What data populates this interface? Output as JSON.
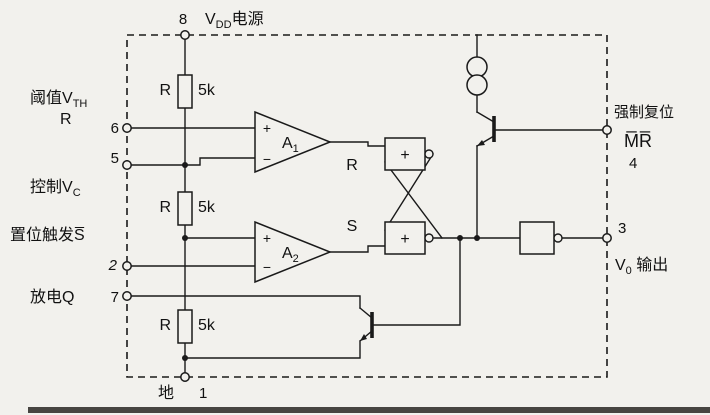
{
  "diagram_type": "555-timer-internal-schematic",
  "ink_color": "#1a1a1a",
  "paper_color": "#f2f1ed",
  "pins": {
    "p8": {
      "num": "8",
      "label_pre": "V",
      "label_sub": "DD",
      "label_post": "电源"
    },
    "p6": {
      "num": "6",
      "line1_pre": "阈值V",
      "line1_sub": "TH",
      "line2": "R"
    },
    "p5": {
      "num": "5",
      "label_pre": "控制V",
      "label_sub": "C"
    },
    "p2": {
      "num": "2",
      "label": "置位触发S̅"
    },
    "p7": {
      "num": "7",
      "label": "放电Q"
    },
    "p1": {
      "num": "1",
      "label": "地"
    },
    "p4": {
      "num": "4",
      "line1": "强制复位",
      "line2": "M̅R̅"
    },
    "p3": {
      "num": "3",
      "label_pre": "V",
      "label_sub": "0",
      "label_post": " 输出"
    }
  },
  "resistors": [
    {
      "name": "R",
      "value": "5k"
    },
    {
      "name": "R",
      "value": "5k"
    },
    {
      "name": "R",
      "value": "5k"
    }
  ],
  "comparators": [
    {
      "name": "A",
      "sub": "1",
      "plus": "+",
      "minus": "−"
    },
    {
      "name": "A",
      "sub": "2",
      "plus": "+",
      "minus": "−"
    }
  ],
  "flipflop": {
    "r_label": "R",
    "s_label": "S",
    "r_gate_symbol": "+",
    "s_gate_symbol": "+"
  }
}
